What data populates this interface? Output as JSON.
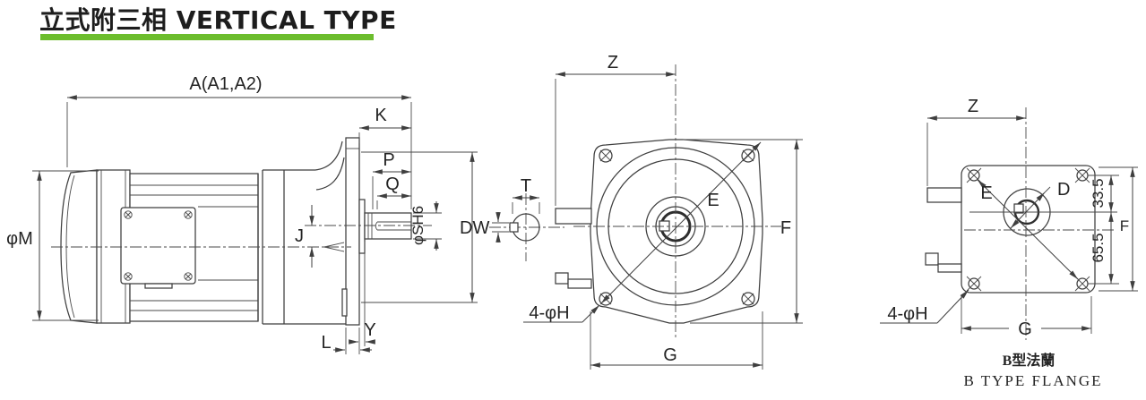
{
  "title": {
    "text": "立式附三相 VERTICAL TYPE",
    "underline_color": "#6cbd2d"
  },
  "views": {
    "side": {
      "labels": {
        "overall_length": "A(A1,A2)",
        "motor_diameter": "φM",
        "K": "K",
        "P": "P",
        "Q": "Q",
        "shaft_diameter": "φSH6",
        "D": "D",
        "J": "J",
        "L": "L",
        "Y": "Y"
      }
    },
    "front": {
      "labels": {
        "Z": "Z",
        "T": "T",
        "W": "W",
        "E": "E",
        "F": "F",
        "holes": "4-φH",
        "G": "G"
      }
    },
    "flange": {
      "labels": {
        "Z": "Z",
        "E": "E",
        "D": "D",
        "offset_top": "33.5",
        "offset_bottom": "65.5",
        "F": "F",
        "holes": "4-φH",
        "G": "G"
      },
      "caption_zh": "B型法蘭",
      "caption_en": "B TYPE FLANGE"
    }
  }
}
